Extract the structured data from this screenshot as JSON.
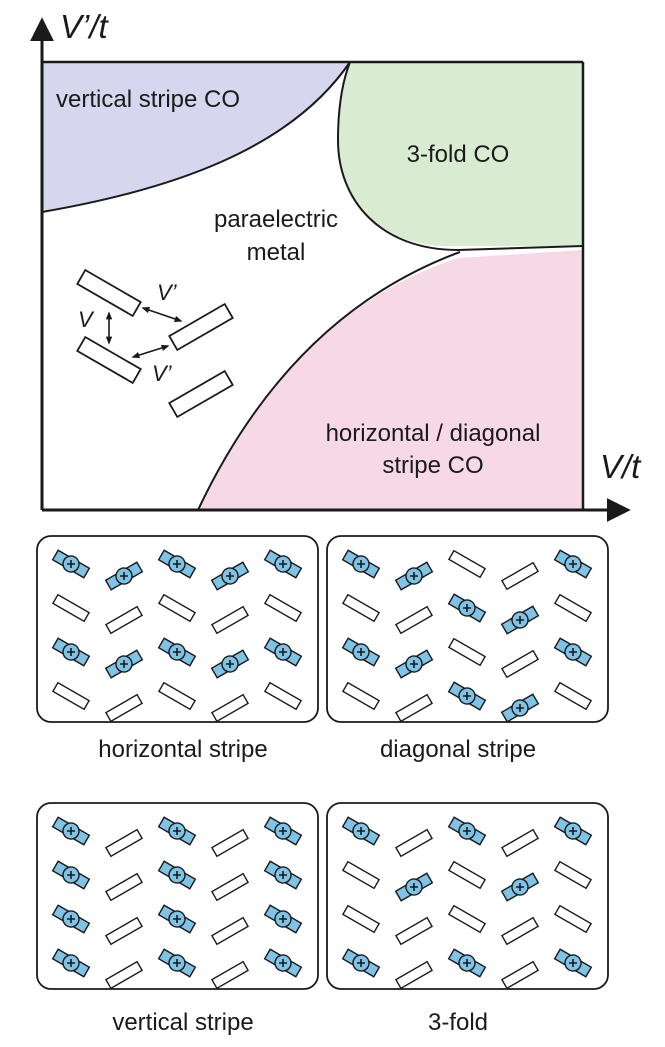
{
  "phase_diagram": {
    "axes": {
      "y_label": "V’/t",
      "x_label": "V/t"
    },
    "regions": {
      "vertical_stripe": {
        "label": "vertical stripe CO",
        "color": "#d6d7ee"
      },
      "three_fold": {
        "label": "3-fold CO",
        "color": "#d9ecd2"
      },
      "paraelectric": {
        "line1": "paraelectric",
        "line2": "metal"
      },
      "horiz_diag": {
        "line1": "horizontal / diagonal",
        "line2": "stripe CO",
        "color": "#f7d9e6"
      }
    },
    "inset": {
      "v_label": "V",
      "vprime_top": "V’",
      "vprime_bottom": "V’"
    }
  },
  "panels": [
    {
      "label": "horizontal stripe"
    },
    {
      "label": "diagonal stripe"
    },
    {
      "label": "vertical stripe"
    },
    {
      "label": "3-fold"
    }
  ],
  "colors": {
    "charge_fill": "#7fc3e6",
    "stroke": "#1a1a1a"
  }
}
